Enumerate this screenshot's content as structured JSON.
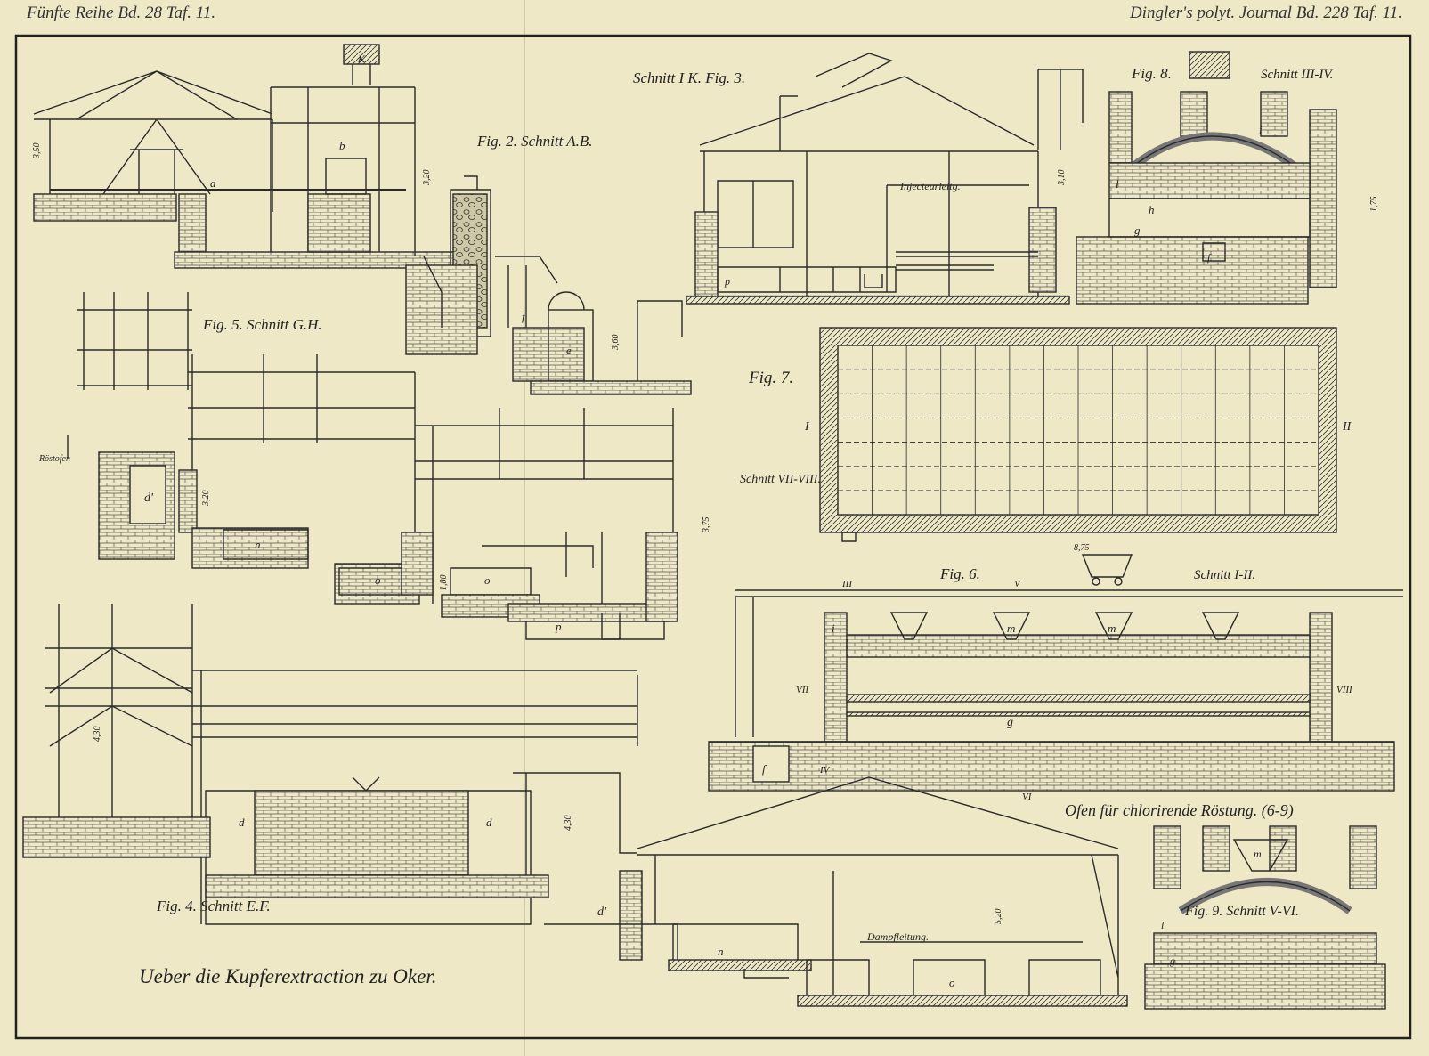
{
  "header": {
    "left": "Fünfte Reihe Bd. 28 Taf. 11.",
    "right": "Dingler's polyt. Journal Bd. 228 Taf. 11."
  },
  "title": "Ueber die Kupferextraction zu Oker.",
  "figures": {
    "fig2": "Fig. 2. Schnitt A.B.",
    "fig3": "Schnitt I K. Fig. 3.",
    "fig4": "Fig. 4. Schnitt E.F.",
    "fig5": "Fig. 5. Schnitt G.H.",
    "fig6": "Fig. 6.",
    "fig6_section": "Schnitt I-II.",
    "fig7": "Fig. 7.",
    "fig7_section": "Schnitt VII-VIII.",
    "fig8": "Fig. 8.",
    "fig8_section": "Schnitt III-IV.",
    "fig9": "Fig. 9. Schnitt V-VI.",
    "ofen": "Ofen für chlorirende Röstung. (6-9)"
  },
  "annotations": {
    "injecteur": "Injecteurleitg.",
    "dampf": "Dampfleitung.",
    "roestofen": "Röstofen"
  },
  "letters": {
    "a": "a",
    "b": "b",
    "k": "K",
    "e": "e",
    "f": "f",
    "d": "d",
    "dprime": "d'",
    "n": "n",
    "o": "o",
    "p": "p",
    "g": "g",
    "h": "h",
    "i": "i",
    "l": "l",
    "m": "m",
    "roman_I": "I",
    "roman_II": "II",
    "roman_III": "III",
    "roman_IV": "IV",
    "roman_V": "V",
    "roman_VI": "VI",
    "roman_VII": "VII",
    "roman_VIII": "VIII"
  },
  "dimensions": {
    "d1": "3,50",
    "d2": "3,20",
    "d3": "3,10",
    "d4": "3,60",
    "d5": "1,75",
    "d6": "3,75",
    "d7": "8,75",
    "d8": "4,30",
    "d9": "1,80",
    "d10": "5,20"
  },
  "colors": {
    "paper": "#efe8c6",
    "ink": "#2a2a2a"
  }
}
